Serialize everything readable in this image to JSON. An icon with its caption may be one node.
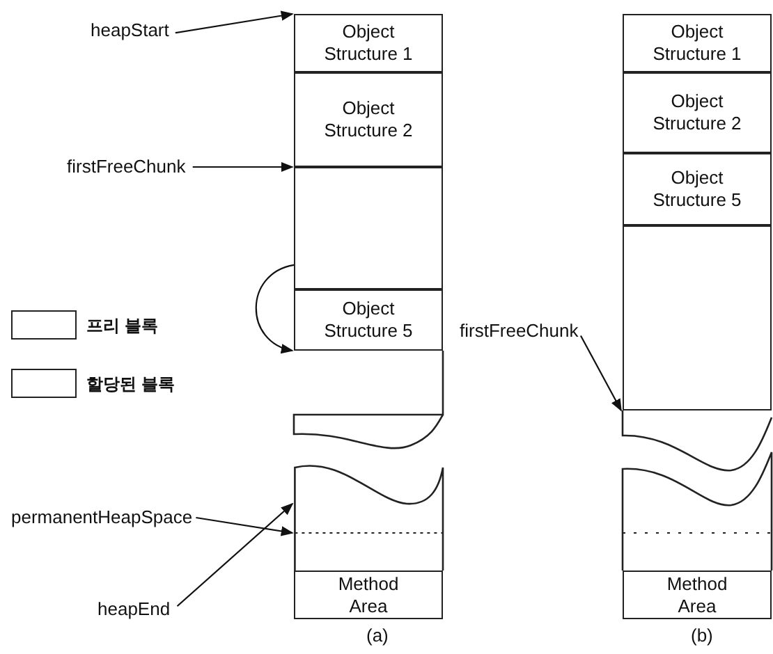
{
  "diagram": {
    "nodes": [
      {
        "text": [
          "heapStart"
        ]
      },
      {
        "text": [
          "Object Structure 1"
        ]
      },
      {
        "text": [
          "Object Structure 2"
        ]
      },
      {
        "text": [
          "firstFreeChunk"
        ]
      },
      {
        "text": [],
        "shape": "box"
      },
      {
        "text": [
          "Object Structure 5"
        ]
      },
      {
        "text": [
          "permanentHeapSpace"
        ]
      },
      {
        "text": [
          "heapEnd"
        ]
      },
      {
        "text": [
          "Method Area"
        ]
      },
      {
        "text": [
          "Object Structure 1"
        ]
      },
      {
        "text": [
          "Object Structure 2"
        ]
      },
      {
        "text": [
          "Object Structure 5"
        ]
      },
      {
        "text": [
          "firstFreeChunk"
        ]
      },
      {
        "text": [],
        "shape": "box"
      },
      {
        "text": [
          "Method Area"
        ]
      },
      {
        "text": [],
        "shape": "box"
      }
    ],
    "edges": [
      {
        "from": 0,
        "to": 1,
        "arrow": "to"
      },
      {
        "from": 3,
        "to": 4,
        "arrow": "to"
      },
      {
        "from": 4,
        "to": 5,
        "arrow": "to"
      },
      {
        "from": 6,
        "to": 15,
        "arrow": "to"
      },
      {
        "from": 7,
        "to": 15,
        "arrow": "to"
      },
      {
        "from": 12,
        "to": 13,
        "arrow": "to"
      }
    ],
    "labels": [
      "(a)",
      "(b)"
    ],
    "legend": [
      {
        "text": "프리 블록"
      },
      {
        "text": "할당된 블록"
      }
    ]
  }
}
